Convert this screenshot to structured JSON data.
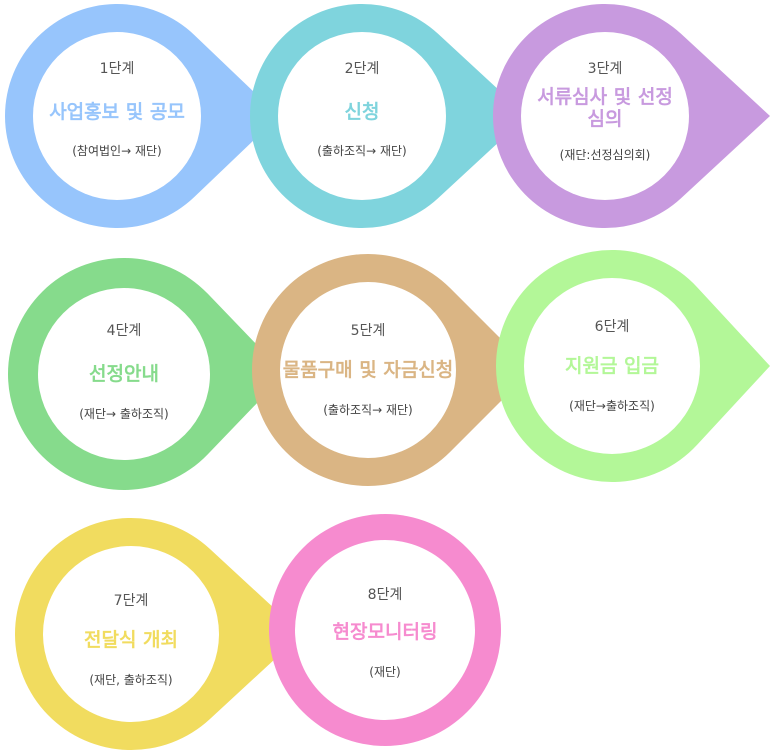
{
  "steps": [
    {
      "label": "1단계",
      "title": "사업홍보 및 공모",
      "sub": "(참여법인→ 재단)",
      "color": "#97c5fc"
    },
    {
      "label": "2단계",
      "title": "신청",
      "sub": "(출하조직→ 재단)",
      "color": "#7fd4dd"
    },
    {
      "label": "3단계",
      "title": "서류심사 및 선정심의",
      "sub": "(재단:선정심의회)",
      "color": "#c89adf"
    },
    {
      "label": "4단계",
      "title": "선정안내",
      "sub": "(재단→ 출하조직)",
      "color": "#86db8c"
    },
    {
      "label": "5단계",
      "title": "물품구매 및 자금신청",
      "sub": "(출하조직→ 재단)",
      "color": "#dab584"
    },
    {
      "label": "6단계",
      "title": "지원금 입금",
      "sub": "(재단→출하조직)",
      "color": "#b3f798"
    },
    {
      "label": "7단계",
      "title": "전달식 개최",
      "sub": "(재단, 출하조직)",
      "color": "#f1dc5f"
    },
    {
      "label": "8단계",
      "title": "현장모니터링",
      "sub": "(재단)",
      "color": "#f68bcf"
    }
  ]
}
